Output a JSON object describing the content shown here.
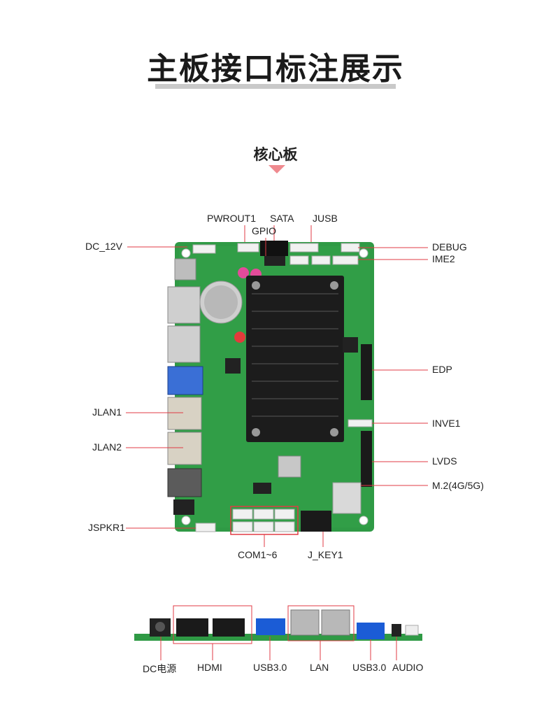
{
  "title": "主板接口标注展示",
  "subtitle": "核心板",
  "top_labels": {
    "pwrout1": "PWROUT1",
    "sata": "SATA",
    "jusb": "JUSB",
    "gpio": "GPIO"
  },
  "left_labels": {
    "dc_12v": "DC_12V",
    "jlan1": "JLAN1",
    "jlan2": "JLAN2",
    "jspkr1": "JSPKR1"
  },
  "right_labels": {
    "debug": "DEBUG",
    "ime2": "IME2",
    "edp": "EDP",
    "inve1": "INVE1",
    "lvds": "LVDS",
    "m2": "M.2(4G/5G)"
  },
  "bottom_labels": {
    "com": "COM1~6",
    "jkey": "J_KEY1"
  },
  "io_labels": {
    "dc": "DC电源",
    "hdmi": "HDMI",
    "usb3_left": "USB3.0",
    "lan": "LAN",
    "usb3_right": "USB3.0",
    "audio": "AUDIO"
  },
  "colors": {
    "pcb": "#2f9a45",
    "pcb_dark": "#1f7a35",
    "heatsink": "#1c1c1c",
    "callout_line": "#e03b45",
    "accent_triangle": "#ef8a8f"
  }
}
